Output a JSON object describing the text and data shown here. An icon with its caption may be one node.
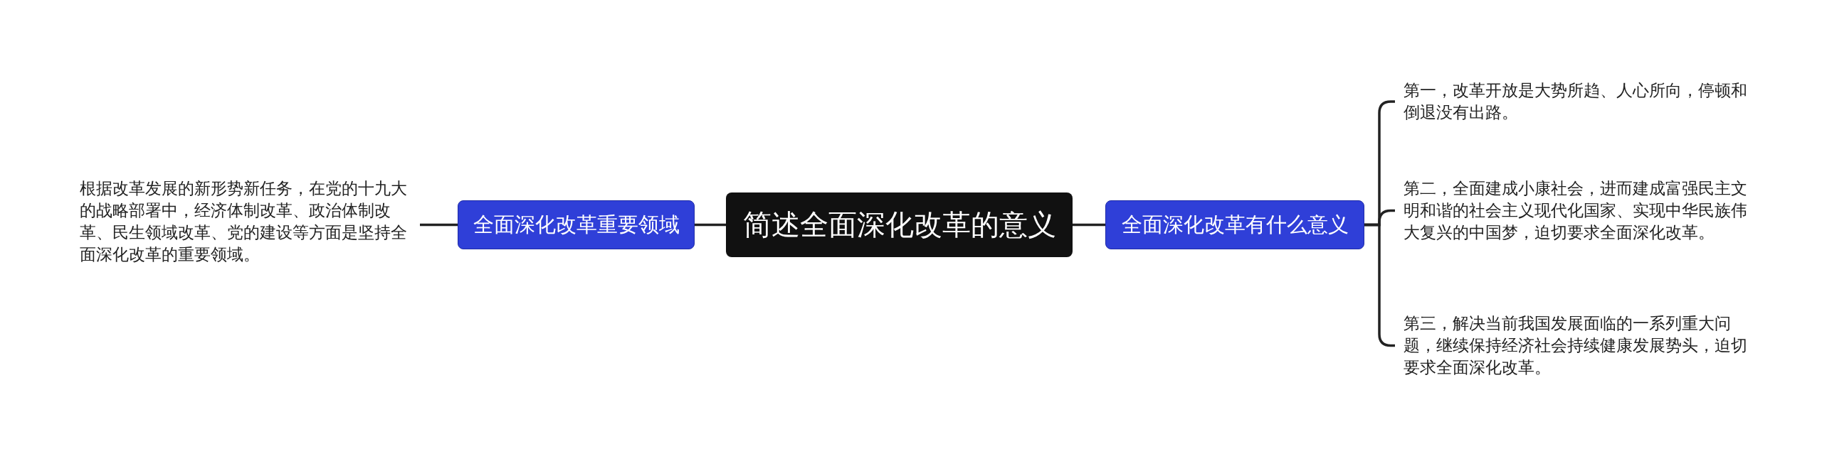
{
  "diagram": {
    "nodes": [
      {
        "text": [
          "简述全面深化改革的意义"
        ]
      },
      {
        "text": [
          "全面深化改革重要领域"
        ]
      },
      {
        "text": [
          "根据改革发展的新形势新任务，在党的十九大的战略部署中，经济体制改革、政治体制改革、民生领域改革、党的建设等方面是坚持全面深化改革的重要领域。"
        ]
      },
      {
        "text": [
          "全面深化改革有什么意义"
        ]
      },
      {
        "text": [
          "第一，改革开放是大势所趋、人心所向，停顿和倒退没有出路。"
        ]
      },
      {
        "text": [
          "第二，全面建成小康社会，进而建成富强民主文明和谐的社会主义现代化国家、实现中华民族伟大复兴的中国梦，迫切要求全面深化改革。"
        ]
      },
      {
        "text": [
          "第三，解决当前我国发展面临的一系列重大问题，继续保持经济社会持续健康发展势头，迫切要求全面深化改革。"
        ]
      }
    ],
    "edges": [
      {
        "from": 0,
        "to": 1,
        "arrow": "none"
      },
      {
        "from": 1,
        "to": 2,
        "arrow": "none"
      },
      {
        "from": 0,
        "to": 3,
        "arrow": "none"
      },
      {
        "from": 3,
        "to": 4,
        "arrow": "none"
      },
      {
        "from": 3,
        "to": 5,
        "arrow": "none"
      },
      {
        "from": 3,
        "to": 6,
        "arrow": "none"
      }
    ]
  }
}
